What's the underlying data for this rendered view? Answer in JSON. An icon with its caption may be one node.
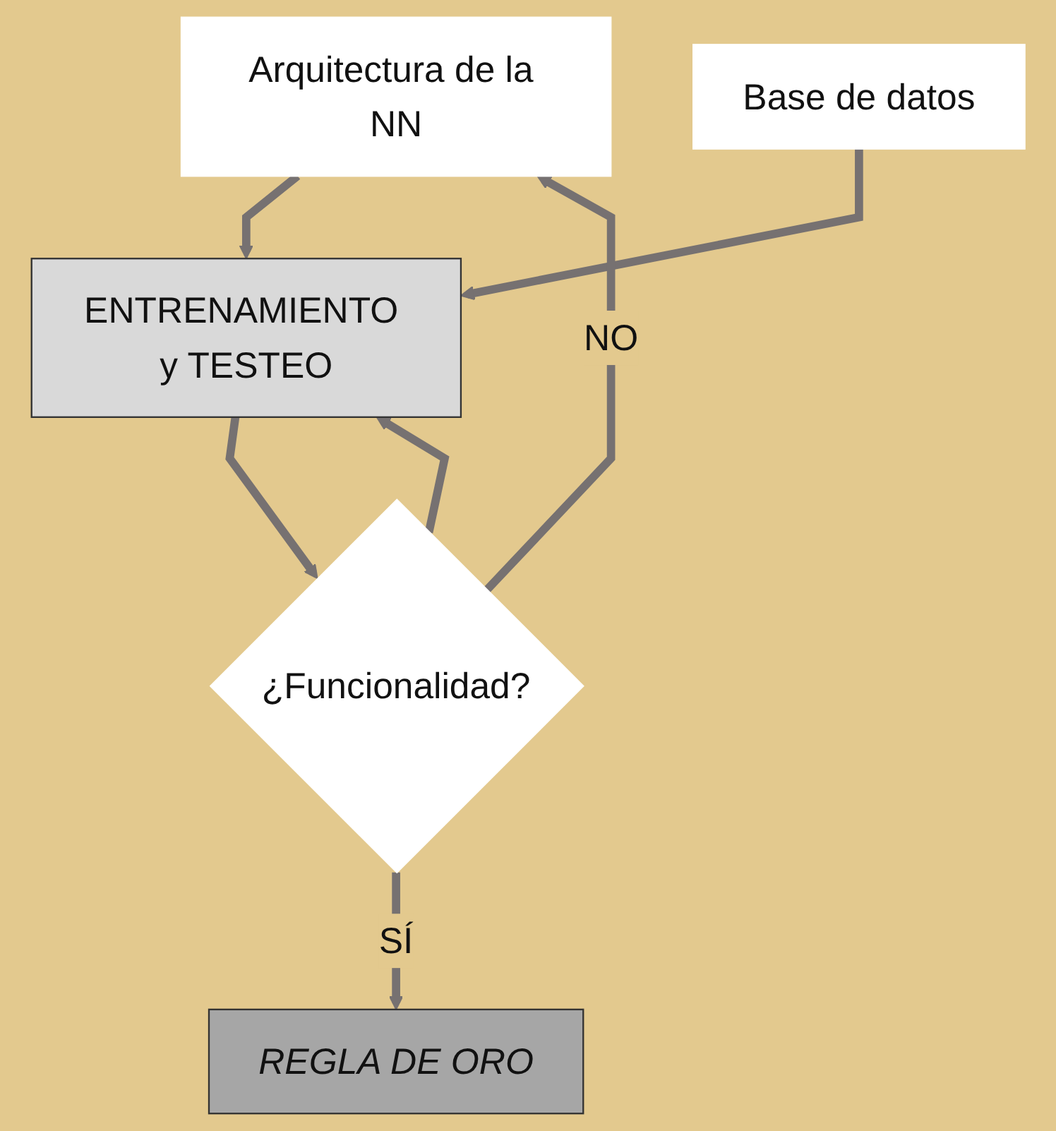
{
  "diagram": {
    "nodes": [
      {
        "text": [
          "Arquitectura de la NN"
        ]
      },
      {
        "text": [
          "Base de datos"
        ]
      },
      {
        "text": [
          "ENTRENAMIENTO y TESTEO"
        ]
      },
      {
        "text": [
          "¿Funcionalidad?"
        ]
      },
      {
        "text": [
          "REGLA DE ORO"
        ]
      }
    ],
    "edges": [
      {
        "from": 0,
        "to": 2,
        "arrow": "to"
      },
      {
        "from": 1,
        "to": 2,
        "arrow": "to"
      },
      {
        "from": 2,
        "to": 3,
        "arrow": "to"
      },
      {
        "from": 3,
        "to": 0,
        "arrow": "to",
        "label": "NO"
      },
      {
        "from": 3,
        "to": 2,
        "arrow": "to"
      },
      {
        "from": 3,
        "to": 4,
        "arrow": "to",
        "label": "SÍ"
      }
    ]
  }
}
